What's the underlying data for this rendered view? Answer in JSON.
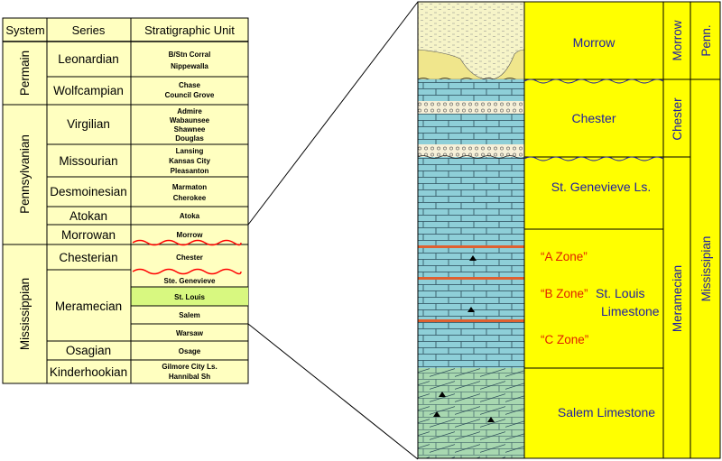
{
  "table": {
    "headers": {
      "system": "System",
      "series": "Series",
      "unit": "Stratigraphic Unit"
    },
    "systems": {
      "permain": "Permain",
      "pennsylvanian": "Pennsylvanian",
      "mississippian": "Mississippian"
    },
    "series": {
      "leonardian": "Leonardian",
      "wolfcampian": "Wolfcampian",
      "virgilian": "Virgilian",
      "missourian": "Missourian",
      "desmoinesian": "Desmoinesian",
      "atokan": "Atokan",
      "morrowan": "Morrowan",
      "chesterian": "Chesterian",
      "meramecian": "Meramecian",
      "osagian": "Osagian",
      "kinderhookian": "Kinderhookian"
    },
    "units": {
      "leonardian_1": "B/Stn Corral",
      "leonardian_2": "Nippewalla",
      "wolfcampian_1": "Chase",
      "wolfcampian_2": "Council Grove",
      "virgilian_1": "Admire",
      "virgilian_2": "Wabaunsee",
      "virgilian_3": "Shawnee",
      "virgilian_4": "Douglas",
      "missourian_1": "Lansing",
      "missourian_2": "Kansas City",
      "missourian_3": "Pleasanton",
      "desmoinesian_1": "Marmaton",
      "desmoinesian_2": "Cherokee",
      "atokan": "Atoka",
      "morrowan": "Morrow",
      "chesterian": "Chester",
      "ste_genevieve": "Ste. Genevieve",
      "st_louis": "St. Louis",
      "salem": "Salem",
      "warsaw": "Warsaw",
      "osagian": "Osage",
      "kinderhookian_1": "Gilmore City Ls.",
      "kinderhookian_2": "Hannibal Sh"
    }
  },
  "column": {
    "morrow": "Morrow",
    "chester": "Chester",
    "st_genevieve": "St. Genevieve Ls.",
    "a_zone": "“A Zone”",
    "b_zone": "“B Zone”",
    "c_zone": "“C Zone”",
    "st_louis_1": "St. Louis",
    "st_louis_2": "Limestone",
    "salem": "Salem Limestone",
    "side_morrow": "Morrow",
    "side_chester": "Chester",
    "side_meramecian": "Meramecian",
    "side_penn": "Penn.",
    "side_mississippian": "Mississipian"
  },
  "colors": {
    "table_fill": "#ffffc0",
    "highlight": "#d8f880",
    "column_yellow": "#ffff00",
    "limestone": "#8ecfd8",
    "salem_green": "#a8d8b0",
    "wavy": "#ff0000",
    "label_blue": "#2020a0",
    "zone_red": "#e02000"
  }
}
